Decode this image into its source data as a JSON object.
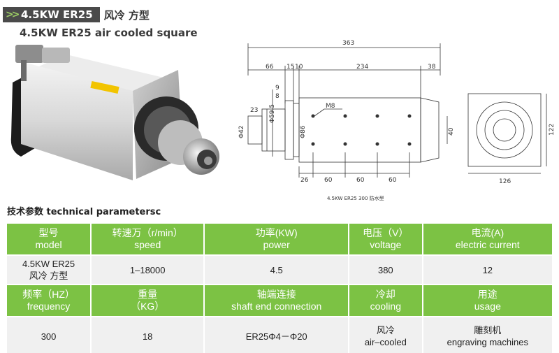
{
  "header": {
    "chevrons": ">>",
    "model_badge": "4.5KW ER25",
    "model_cn": "风冷 方型",
    "subtitle": "4.5KW ER25 air cooled square"
  },
  "drawing": {
    "dims": {
      "total_length": "363",
      "d66": "66",
      "d15": "15",
      "d10": "10",
      "d234": "234",
      "d38": "38",
      "d9": "9",
      "d8": "8",
      "d23": "23",
      "d595": "Φ59.5",
      "d42": "Φ42",
      "d86": "Φ86",
      "m8": "M8",
      "d40": "40",
      "d26": "26",
      "d60a": "60",
      "d60b": "60",
      "d60c": "60",
      "d126": "126",
      "d122": "122"
    },
    "caption": "4.5KW ER25 300 防水型"
  },
  "params": {
    "title": "技术参数 technical parametersc",
    "row1_headers": [
      {
        "cn": "型号",
        "en": "model"
      },
      {
        "cn": "转速万（r/min）",
        "en": "speed"
      },
      {
        "cn": "功率(KW)",
        "en": "power"
      },
      {
        "cn": "电压（V）",
        "en": "voltage"
      },
      {
        "cn": "电流(A)",
        "en": "electric current"
      }
    ],
    "row1_values": [
      {
        "a": "4.5KW ER25",
        "b": "风冷 方型"
      },
      {
        "a": "1–18000",
        "b": ""
      },
      {
        "a": "4.5",
        "b": ""
      },
      {
        "a": "380",
        "b": ""
      },
      {
        "a": "12",
        "b": ""
      }
    ],
    "row2_headers": [
      {
        "cn": "频率（HZ）",
        "en": "frequency"
      },
      {
        "cn": "重量",
        "en": "（KG）"
      },
      {
        "cn": "轴端连接",
        "en": "shaft end connection"
      },
      {
        "cn": "冷却",
        "en": "cooling"
      },
      {
        "cn": "用途",
        "en": "usage"
      }
    ],
    "row2_values": [
      {
        "a": "300",
        "b": ""
      },
      {
        "a": "18",
        "b": ""
      },
      {
        "a": "ER25Φ4－Φ20",
        "b": ""
      },
      {
        "a": "风冷",
        "b": "air–cooled"
      },
      {
        "a": "雕刻机",
        "b": "engraving machines"
      }
    ]
  }
}
